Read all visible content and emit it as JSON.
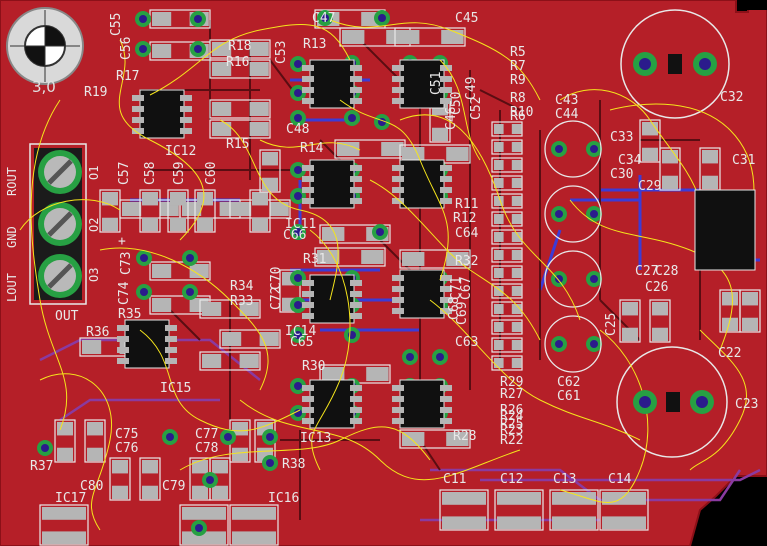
{
  "board": {
    "colors": {
      "copper": "#b51f28",
      "copper_edge": "#8c1018",
      "background": "#000000",
      "silkscreen": "#e8e8e8",
      "pad": "#a8a8a8",
      "via_ring": "#27a043",
      "ratsnest": "#f5e51c",
      "bottom_trace": "#3b3bd6",
      "drill": "#2b1b8c"
    },
    "components": {
      "ics": [
        "IC12",
        "IC11",
        "IC15",
        "IC14",
        "IC13",
        "IC17",
        "IC16"
      ],
      "caps_top": [
        "C55",
        "C56",
        "C47",
        "C45",
        "C53",
        "C48",
        "C49",
        "C51",
        "C50",
        "C46",
        "C52",
        "C43",
        "C44",
        "C33",
        "C32",
        "C34",
        "C31",
        "C30",
        "C29"
      ],
      "caps_mid": [
        "C57",
        "C58",
        "C59",
        "C60",
        "C66",
        "C64",
        "C70",
        "C72",
        "C71",
        "C74",
        "C68",
        "C69",
        "C65",
        "C63",
        "C62",
        "C61",
        "C26",
        "C25",
        "C27",
        "C28",
        "C22"
      ],
      "caps_low": [
        "C73",
        "C67",
        "C76",
        "C75",
        "C77",
        "C78",
        "C80",
        "C79",
        "C11",
        "C12",
        "C13",
        "C14",
        "C23"
      ],
      "resistors_a": [
        "R19",
        "R17",
        "R18",
        "R16",
        "R15",
        "R13",
        "R14",
        "R5",
        "R7",
        "R9",
        "R8",
        "R10",
        "R6",
        "R11",
        "R12"
      ],
      "resistors_b": [
        "R34",
        "R35",
        "R33",
        "R36",
        "R31",
        "R32",
        "R30",
        "R29",
        "R28",
        "R27",
        "R26",
        "R25",
        "R24",
        "R23",
        "R22",
        "R37",
        "R38"
      ]
    },
    "connector": {
      "pins": [
        "ROUT",
        "GND",
        "LOUT"
      ],
      "ref_upper": "O1",
      "ref_mid": "O2",
      "ref_lower": "O3",
      "plus_mark": "+",
      "out_label": "OUT"
    },
    "mount_label": "3,0"
  }
}
